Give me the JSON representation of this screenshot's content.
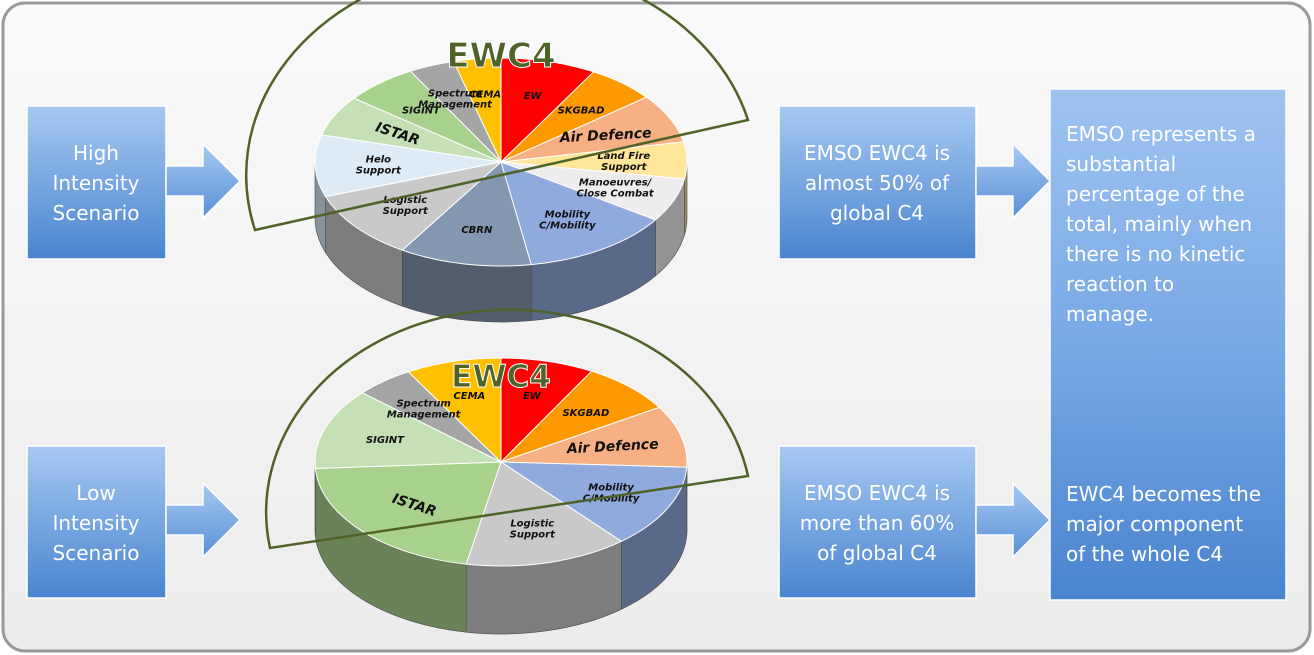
{
  "scenarios": {
    "high": "High\nIntensity\nScenario",
    "low": "Low\nIntensity\nScenario"
  },
  "findings": {
    "high": "EMSO EWC4 is\nalmost 50% of\nglobal C4",
    "low": "EMSO EWC4 is\nmore than 60%\nof global C4"
  },
  "summary": {
    "top": "EMSO represents a\nsubstantial\npercentage of the\ntotal, mainly when\nthere is no kinetic\nreaction to\nmanage.",
    "bottom": "EWC4 becomes the\nmajor component\nof the whole C4"
  },
  "colors": {
    "box_light": "#9ec3f0",
    "box_dark": "#4a84cf",
    "arc_border": "#4f6228",
    "title_text": "#4f6228"
  },
  "chart_data": [
    {
      "type": "pie",
      "title": "EWC4",
      "slices": [
        {
          "label": "EW",
          "value": 8.3,
          "color": "#ff0000",
          "ewc4": true
        },
        {
          "label": "SKGBAD",
          "value": 6.0,
          "color": "#ff9900",
          "ewc4": true
        },
        {
          "label": "Air Defence",
          "value": 7.6,
          "color": "#f6b084",
          "ewc4": true
        },
        {
          "label": "Land Fire\nSupport",
          "value": 5.7,
          "color": "#ffe699",
          "ewc4": false
        },
        {
          "label": "Manoeuvres/\nClose Combat",
          "value": 6.8,
          "color": "#ededed",
          "ewc4": false
        },
        {
          "label": "Mobility\nC/Mobility",
          "value": 13.0,
          "color": "#8faadc",
          "ewc4": false
        },
        {
          "label": "CBRN",
          "value": 11.5,
          "color": "#8497b0",
          "ewc4": false
        },
        {
          "label": "Logistic\nSupport",
          "value": 10.7,
          "color": "#c9c9c9",
          "ewc4": false
        },
        {
          "label": "Helo\nSupport",
          "value": 9.6,
          "color": "#ddebf7",
          "ewc4": false
        },
        {
          "label": "ISTAR",
          "value": 6.3,
          "color": "#c5e0b4",
          "ewc4": true
        },
        {
          "label": "SIGINT",
          "value": 6.4,
          "color": "#a9d18e",
          "ewc4": true
        },
        {
          "label": "Spectrum\nManagement",
          "value": 4.0,
          "color": "#a5a5a5",
          "ewc4": true
        },
        {
          "label": "CEMA",
          "value": 4.1,
          "color": "#ffc000",
          "ewc4": true
        }
      ]
    },
    {
      "type": "pie",
      "title": "EWC4",
      "slices": [
        {
          "label": "EW",
          "value": 8.1,
          "color": "#ff0000",
          "ewc4": true
        },
        {
          "label": "SKGBAD",
          "value": 8.1,
          "color": "#ff9900",
          "ewc4": true
        },
        {
          "label": "Air Defence",
          "value": 9.6,
          "color": "#f6b084",
          "ewc4": true
        },
        {
          "label": "Mobility\nC/Mobility",
          "value": 13.0,
          "color": "#8faadc",
          "ewc4": false
        },
        {
          "label": "Logistic\nSupport",
          "value": 14.2,
          "color": "#c9c9c9",
          "ewc4": false
        },
        {
          "label": "ISTAR",
          "value": 21.0,
          "color": "#a9d18e",
          "ewc4": true
        },
        {
          "label": "SIGINT",
          "value": 12.6,
          "color": "#c5e0b4",
          "ewc4": true
        },
        {
          "label": "Spectrum\nManagement",
          "value": 5.1,
          "color": "#a5a5a5",
          "ewc4": true
        },
        {
          "label": "CEMA",
          "value": 8.3,
          "color": "#ffc000",
          "ewc4": true
        }
      ]
    }
  ]
}
